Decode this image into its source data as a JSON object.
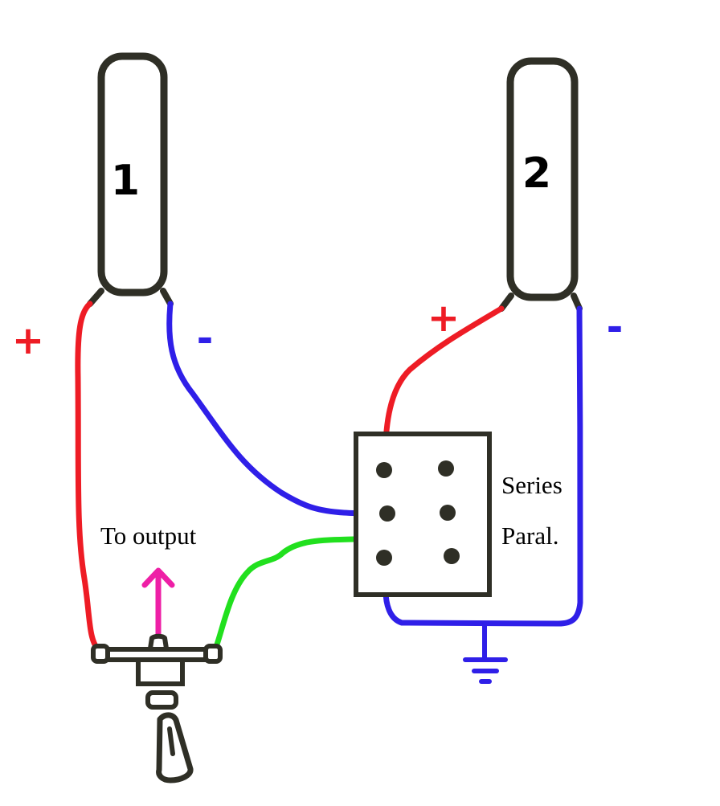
{
  "pickups": [
    {
      "number": "1"
    },
    {
      "number": "2"
    }
  ],
  "polarity": {
    "pickup1_plus": "+",
    "pickup1_minus": "-",
    "pickup2_plus": "+",
    "pickup2_minus": "-"
  },
  "switch_labels": {
    "series": "Series",
    "parallel": "Paral."
  },
  "output_label": "To output",
  "colors": {
    "outline": "#2f2f26",
    "positive_wire": "#ee1c25",
    "negative_wire": "#2f1fe8",
    "output_wire": "#21e01e",
    "output_arrow": "#ee1fa6",
    "text": "#000000"
  }
}
